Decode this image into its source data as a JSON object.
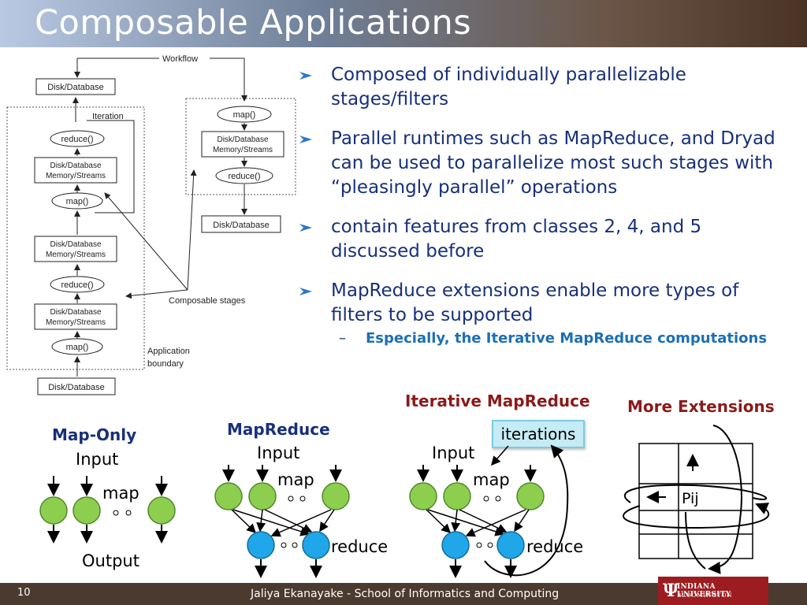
{
  "slide": {
    "title": "Composable Applications",
    "page_number": "10",
    "footer": "Jaliya Ekanayake - School of Informatics and Computing",
    "logo_line1": "INDIANA UNIVERSITY",
    "logo_line2": "BLOOMINGTON"
  },
  "bullets": [
    "Composed of individually parallelizable stages/filters",
    "Parallel runtimes such as MapReduce, and Dryad can be used to parallelize most such stages with “pleasingly parallel” operations",
    "contain features from classes 2, 4, and 5 discussed before",
    "MapReduce extensions enable more types of filters to be supported"
  ],
  "sub_bullet": "Especially, the Iterative MapReduce computations",
  "workflow": {
    "workflow_label": "Workflow",
    "iteration_label": "Iteration",
    "composable_label": "Composable stages",
    "app_boundary_line1": "Application",
    "app_boundary_line2": "boundary",
    "disk_database": "Disk/Database",
    "disk_mem_line1": "Disk/Database",
    "disk_mem_line2": "Memory/Streams",
    "map": "map()",
    "reduce": "reduce()"
  },
  "diagrams": {
    "map_only_title": "Map-Only",
    "map_reduce_title": "MapReduce",
    "iterative_title": "Iterative MapReduce",
    "more_ext_title": "More Extensions",
    "input": "Input",
    "output": "Output",
    "map": "map",
    "reduce": "reduce",
    "iterations": "iterations",
    "pij": "Pij"
  },
  "colors": {
    "map_node": "#8dce4f",
    "reduce_node": "#1fa7ea",
    "bullet_text": "#17307a",
    "header_red": "#8b1a1a",
    "header_blue": "#17307a"
  }
}
